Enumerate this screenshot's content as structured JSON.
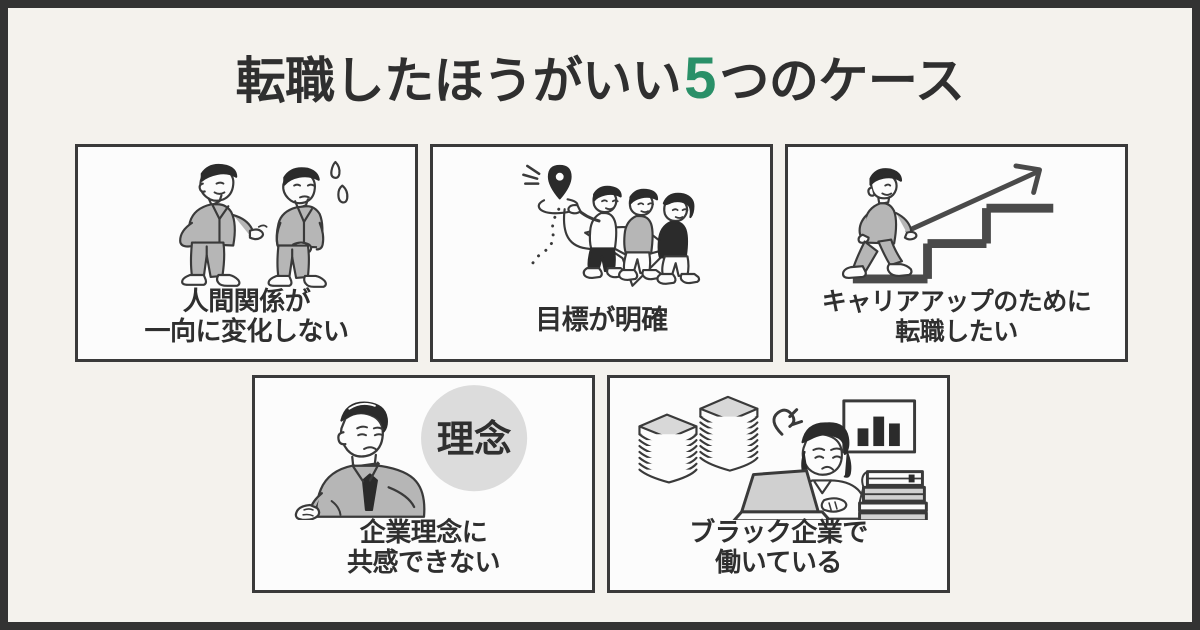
{
  "poster": {
    "frame_color": "#333333",
    "background_color": "#F4F2ED",
    "card_background": "#FCFCFC",
    "card_border_color": "#3A3A3A",
    "text_color": "#2F2F2F",
    "accent_color": "#2A9068"
  },
  "title": {
    "part_1": "転職したほうがいい",
    "number": "5",
    "part_2": "つのケース",
    "full": "転職したほうがいい5つのケース"
  },
  "cases": [
    {
      "id": 1,
      "label": "人間関係が\n一向に変化しない",
      "line_1": "人間関係が",
      "line_2": "一向に変化しない",
      "illustration": "two-businessmen-arguing"
    },
    {
      "id": 2,
      "label": "目標が明確",
      "line_1": "目標が明確",
      "line_2": "",
      "illustration": "people-on-paper-plane-toward-map-pin"
    },
    {
      "id": 3,
      "label": "キャリアアップのために\n転職したい",
      "line_1": "キャリアアップのために",
      "line_2": "転職したい",
      "illustration": "person-climbing-stairs-with-up-arrow"
    },
    {
      "id": 4,
      "label": "企業理念に\n共感できない",
      "line_1": "企業理念に",
      "line_2": "共感できない",
      "illustration": "puzzled-businessman-with-philosophy-badge",
      "badge_text": "理念",
      "badge_color": "#DCDCDC"
    },
    {
      "id": 5,
      "label": "ブラック企業で\n働いている",
      "line_1": "ブラック企業で",
      "line_2": "働いている",
      "illustration": "overworked-person-at-laptop-with-paper-stacks"
    }
  ]
}
